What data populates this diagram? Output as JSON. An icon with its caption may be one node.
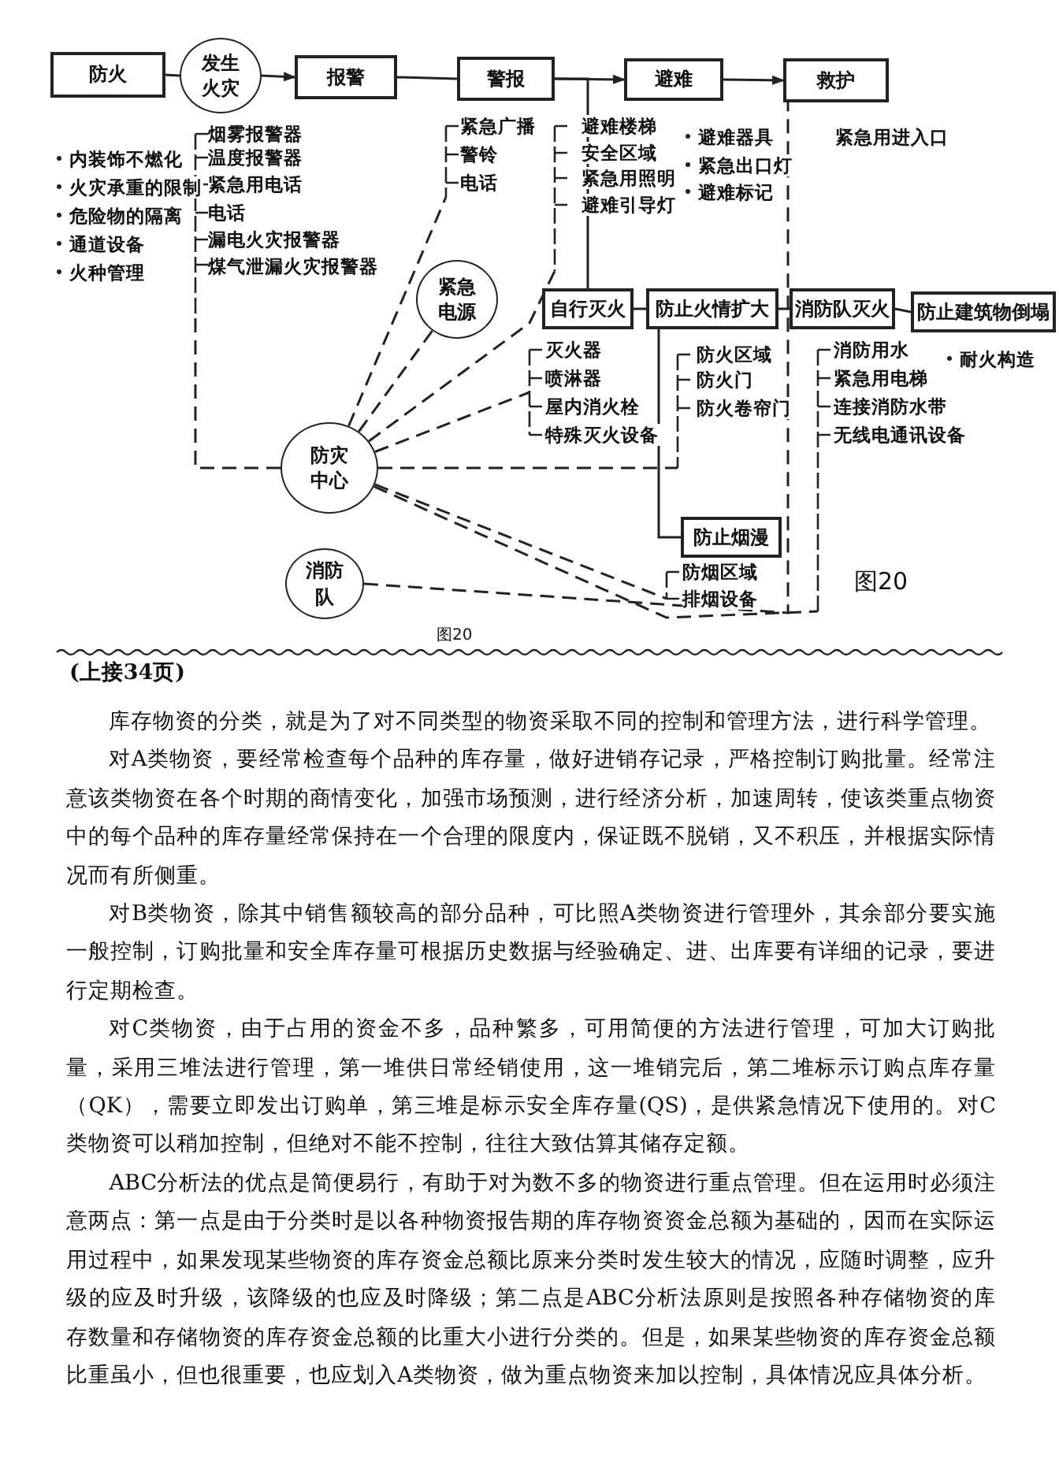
{
  "diagram": {
    "nodes": [
      {
        "text": [
          "防火"
        ]
      },
      {
        "text": [
          "发生火灾"
        ]
      },
      {
        "text": [
          "报警"
        ]
      },
      {
        "text": [
          "警报"
        ]
      },
      {
        "text": [
          "避难"
        ]
      },
      {
        "text": [
          "救护"
        ]
      },
      {
        "text": [
          "自行灭火"
        ]
      },
      {
        "text": [
          "防止火情扩大"
        ]
      },
      {
        "text": [
          "消防队灭火"
        ]
      },
      {
        "text": [
          "防止建筑物倒塌"
        ]
      },
      {
        "text": [
          "紧急电源"
        ]
      },
      {
        "text": [
          "防灾中心"
        ]
      },
      {
        "text": [
          "消防队"
        ]
      },
      {
        "text": [
          "防止烟漫"
        ]
      },
      {
        "text": [],
        "shape": "bracket",
        "beside": [
          "烟雾报警器",
          "温度报警器",
          "紧急用电话",
          "电话",
          "漏电火灾报警器",
          "煤气泄漏火灾报警器"
        ]
      },
      {
        "text": [],
        "shape": "bracket",
        "beside": [
          "紧急广播",
          "警铃",
          "电话"
        ]
      },
      {
        "text": [],
        "shape": "bracket",
        "beside": [
          "灭火器",
          "喷淋器",
          "屋内消火栓",
          "特殊灭火设备"
        ]
      },
      {
        "text": [],
        "shape": "bracket",
        "beside": [
          "避难楼梯",
          "安全区域",
          "紧急用照明",
          "避难引导灯"
        ]
      },
      {
        "text": [],
        "shape": "bracket",
        "beside": [
          "防烟区域",
          "排烟设备"
        ]
      },
      {
        "text": [],
        "shape": "bracket",
        "beside": [
          "防火区域",
          "防火门",
          "防火卷帘门"
        ]
      },
      {
        "text": [],
        "shape": "bracket",
        "beside": [
          "消防用水",
          "紧急用电梯",
          "连接消防水带",
          "无线电通讯设备"
        ]
      }
    ],
    "edges": [
      {
        "from": 0,
        "to": 1,
        "arrow": "none"
      },
      {
        "from": 1,
        "to": 2,
        "arrow": "to"
      },
      {
        "from": 2,
        "to": 3,
        "arrow": "none"
      },
      {
        "from": 3,
        "to": 4,
        "arrow": "to"
      },
      {
        "from": 4,
        "to": 5,
        "arrow": "to"
      },
      {
        "from": 6,
        "to": 7,
        "arrow": "none"
      },
      {
        "from": 7,
        "to": 8,
        "arrow": "none"
      },
      {
        "from": 8,
        "to": 9,
        "arrow": "none"
      },
      {
        "from": 7,
        "to": 13,
        "arrow": "none"
      },
      {
        "from": 11,
        "to": 10,
        "arrow": "none",
        "style": "dashed"
      },
      {
        "from": 12,
        "to": 5,
        "arrow": "none",
        "style": "dashed"
      },
      {
        "from": 3,
        "to": 6,
        "arrow": "none"
      },
      {
        "from": 11,
        "to": 14,
        "arrow": "none",
        "style": "dashed"
      },
      {
        "from": 11,
        "to": 15,
        "arrow": "none",
        "style": "dashed"
      },
      {
        "from": 11,
        "to": 16,
        "arrow": "none",
        "style": "dashed"
      },
      {
        "from": 11,
        "to": 17,
        "arrow": "none",
        "style": "dashed"
      },
      {
        "from": 11,
        "to": 18,
        "arrow": "none",
        "style": "dashed"
      },
      {
        "from": 11,
        "to": 19,
        "arrow": "none",
        "style": "dashed"
      },
      {
        "from": 11,
        "to": 20,
        "arrow": "none",
        "style": "dashed"
      }
    ],
    "labels": [
      "内装饰不燃化",
      "火灾承重的限制",
      "危险物的隔离",
      "通道设备",
      "火种管理",
      "避难器具",
      "紧急出口灯",
      "避难标记",
      "紧急用进入口",
      "耐火构造",
      "图20",
      "图20",
      "(上接34页)",
      "库存物资的分类，就是为了对不同类型的物资采取不同的控制和管理方法，进行科学管理。",
      "对A类物资，要经常检查每个品种的库存量，做好进销存记录，严格控制订购批量。经常注意该类物资在各个时期的商情变化，加强市场预测，进行经济分析，加速周转，使该类重点物资中的每个品种的库存量经常保持在一个合理的限度内，保证既不脱销，又不积压，并根据实际情况而有所侧重。",
      "对B类物资，除其中销售额较高的部分品种，可比照A类物资进行管理外，其余部分要实施一般控制，订购批量和安全库存量可根据历史数据与经验确定、进、出库要有详细的记录，要进行定期检查。",
      "对C类物资，由于占用的资金不多，品种繁多，可用简便的方法进行管理，可加大订购批量，采用三堆法进行管理，第一堆供日常经销使用，这一堆销完后，第二堆标示订购点库存量（QK），需要立即发出订购单，第三堆是标示安全库存量(QS)，是供紧急情况下使用的。对C类物资可以稍加控制，但绝对不能不控制，往往大致估算其储存定额。",
      "ABC分析法的优点是简便易行，有助于对为数不多的物资进行重点管理。但在运用时必须注意两点：第一点是由于分类时是以各种物资报告期的库存物资资金总额为基础的，因而在实际运用过程中，如果发现某些物资的库存资金总额比原来分类时发生较大的情况，应随时调整，应升级的应及时升级，该降级的也应及时降级；第二点是ABC分析法原则是按照各种存储物资的库存数量和存储物资的库存资金总额的比重大小进行分类的。但是，如果某些物资的库存资金总额比重虽小，但也很重要，也应划入A类物资，做为重点物资来加以控制，具体情况应具体分析。"
    ]
  }
}
